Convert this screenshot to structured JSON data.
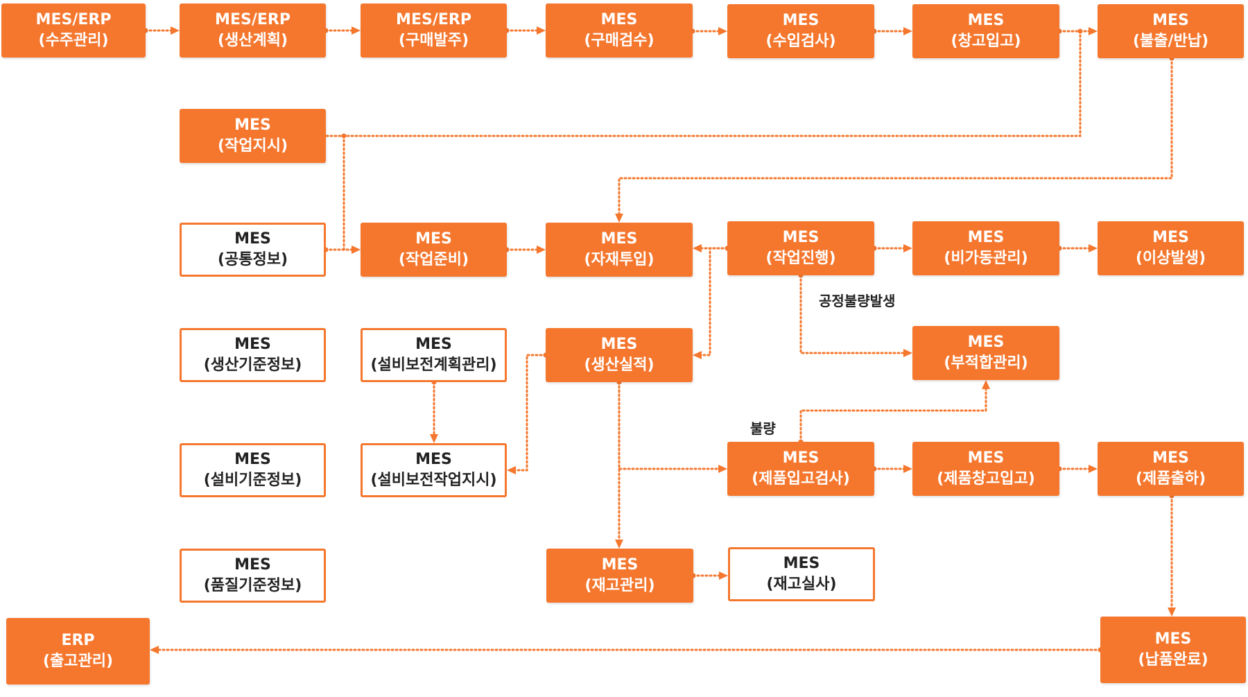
{
  "colors": {
    "accent": "#f5772e",
    "text": "#222222",
    "background": "#ffffff"
  },
  "nodes": {
    "order": {
      "line1": "MES/ERP",
      "line2": "(수주관리)",
      "style": "filled"
    },
    "prod_plan": {
      "line1": "MES/ERP",
      "line2": "(생산계획)",
      "style": "filled"
    },
    "purchase_order": {
      "line1": "MES/ERP",
      "line2": "(구매발주)",
      "style": "filled"
    },
    "purchase_inspect": {
      "line1": "MES",
      "line2": "(구매검수)",
      "style": "filled"
    },
    "incoming_inspect": {
      "line1": "MES",
      "line2": "(수입검사)",
      "style": "filled"
    },
    "warehouse_in": {
      "line1": "MES",
      "line2": "(창고입고)",
      "style": "filled"
    },
    "issue_return": {
      "line1": "MES",
      "line2": "(불출/반납)",
      "style": "filled"
    },
    "work_order": {
      "line1": "MES",
      "line2": "(작업지시)",
      "style": "filled"
    },
    "common_info": {
      "line1": "MES",
      "line2": "(공통정보)",
      "style": "outline"
    },
    "work_prep": {
      "line1": "MES",
      "line2": "(작업준비)",
      "style": "filled"
    },
    "material_input": {
      "line1": "MES",
      "line2": "(자재투입)",
      "style": "filled"
    },
    "work_progress": {
      "line1": "MES",
      "line2": "(작업진행)",
      "style": "filled"
    },
    "downtime": {
      "line1": "MES",
      "line2": "(비가동관리)",
      "style": "filled"
    },
    "anomaly": {
      "line1": "MES",
      "line2": "(이상발생)",
      "style": "filled"
    },
    "prod_std_info": {
      "line1": "MES",
      "line2": "(생산기준정보)",
      "style": "outline"
    },
    "maint_plan": {
      "line1": "MES",
      "line2": "(설비보전계획관리)",
      "style": "outline"
    },
    "prod_result": {
      "line1": "MES",
      "line2": "(생산실적)",
      "style": "filled"
    },
    "nonconform": {
      "line1": "MES",
      "line2": "(부적합관리)",
      "style": "filled"
    },
    "equip_std_info": {
      "line1": "MES",
      "line2": "(설비기준정보)",
      "style": "outline"
    },
    "maint_order": {
      "line1": "MES",
      "line2": "(설비보전작업지시)",
      "style": "outline"
    },
    "product_inspect": {
      "line1": "MES",
      "line2": "(제품입고검사)",
      "style": "filled"
    },
    "product_wh_in": {
      "line1": "MES",
      "line2": "(제품창고입고)",
      "style": "filled"
    },
    "product_ship": {
      "line1": "MES",
      "line2": "(제품출하)",
      "style": "filled"
    },
    "quality_std_info": {
      "line1": "MES",
      "line2": "(품질기준정보)",
      "style": "outline"
    },
    "inventory": {
      "line1": "MES",
      "line2": "(재고관리)",
      "style": "filled"
    },
    "stocktake": {
      "line1": "MES",
      "line2": "(재고실사)",
      "style": "outline"
    },
    "erp_shipping": {
      "line1": "ERP",
      "line2": "(출고관리)",
      "style": "filled"
    },
    "delivery_done": {
      "line1": "MES",
      "line2": "(납품완료)",
      "style": "filled"
    }
  },
  "edge_labels": {
    "process_defect": "공정불량발생",
    "defect": "불량"
  }
}
